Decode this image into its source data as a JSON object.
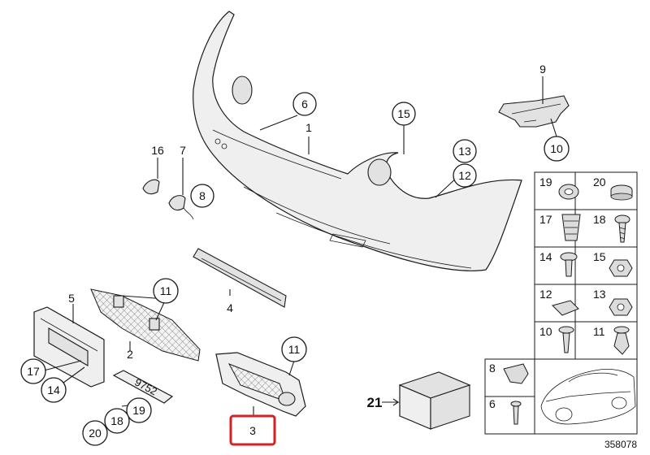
{
  "callouts": {
    "c1": "1",
    "c2": "2",
    "c3": "3",
    "c4": "4",
    "c5": "5",
    "c6": "6",
    "c7": "7",
    "c8": "8",
    "c9": "9",
    "c10": "10",
    "c11a": "11",
    "c11b": "11",
    "c12": "12",
    "c13": "13",
    "c14": "14",
    "c15": "15",
    "c16": "16",
    "c17": "17",
    "c18": "18",
    "c19": "19",
    "c20": "20",
    "c21": "21"
  },
  "plate_text": "9752",
  "grid": {
    "cells": [
      "19",
      "20",
      "17",
      "18",
      "14",
      "15",
      "12",
      "13",
      "10",
      "11"
    ]
  },
  "side_grid": {
    "cells": [
      "8",
      "6"
    ]
  },
  "footer_number": "358078",
  "highlight": {
    "label": "3",
    "color": "#d42027"
  }
}
